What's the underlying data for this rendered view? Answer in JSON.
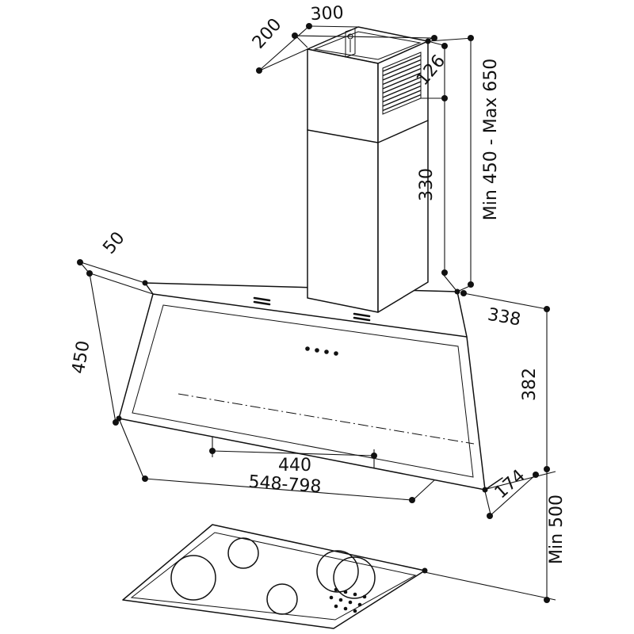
{
  "diagram": {
    "colors": {
      "line": "#111111",
      "background": "#ffffff"
    },
    "dims": {
      "chimney_top_depth": "200",
      "chimney_top_width": "300",
      "vent_offset": "126",
      "lower_duct_height": "330",
      "chimney_height_range": "Min 450 - Max 650",
      "top_edge_depth": "50",
      "glass_length": "450",
      "body_top_depth": "338",
      "body_height": "382",
      "inner_width": "440",
      "body_width_range": "548-798",
      "bottom_depth": "174",
      "min_hob_clearance": "Min 500"
    }
  }
}
